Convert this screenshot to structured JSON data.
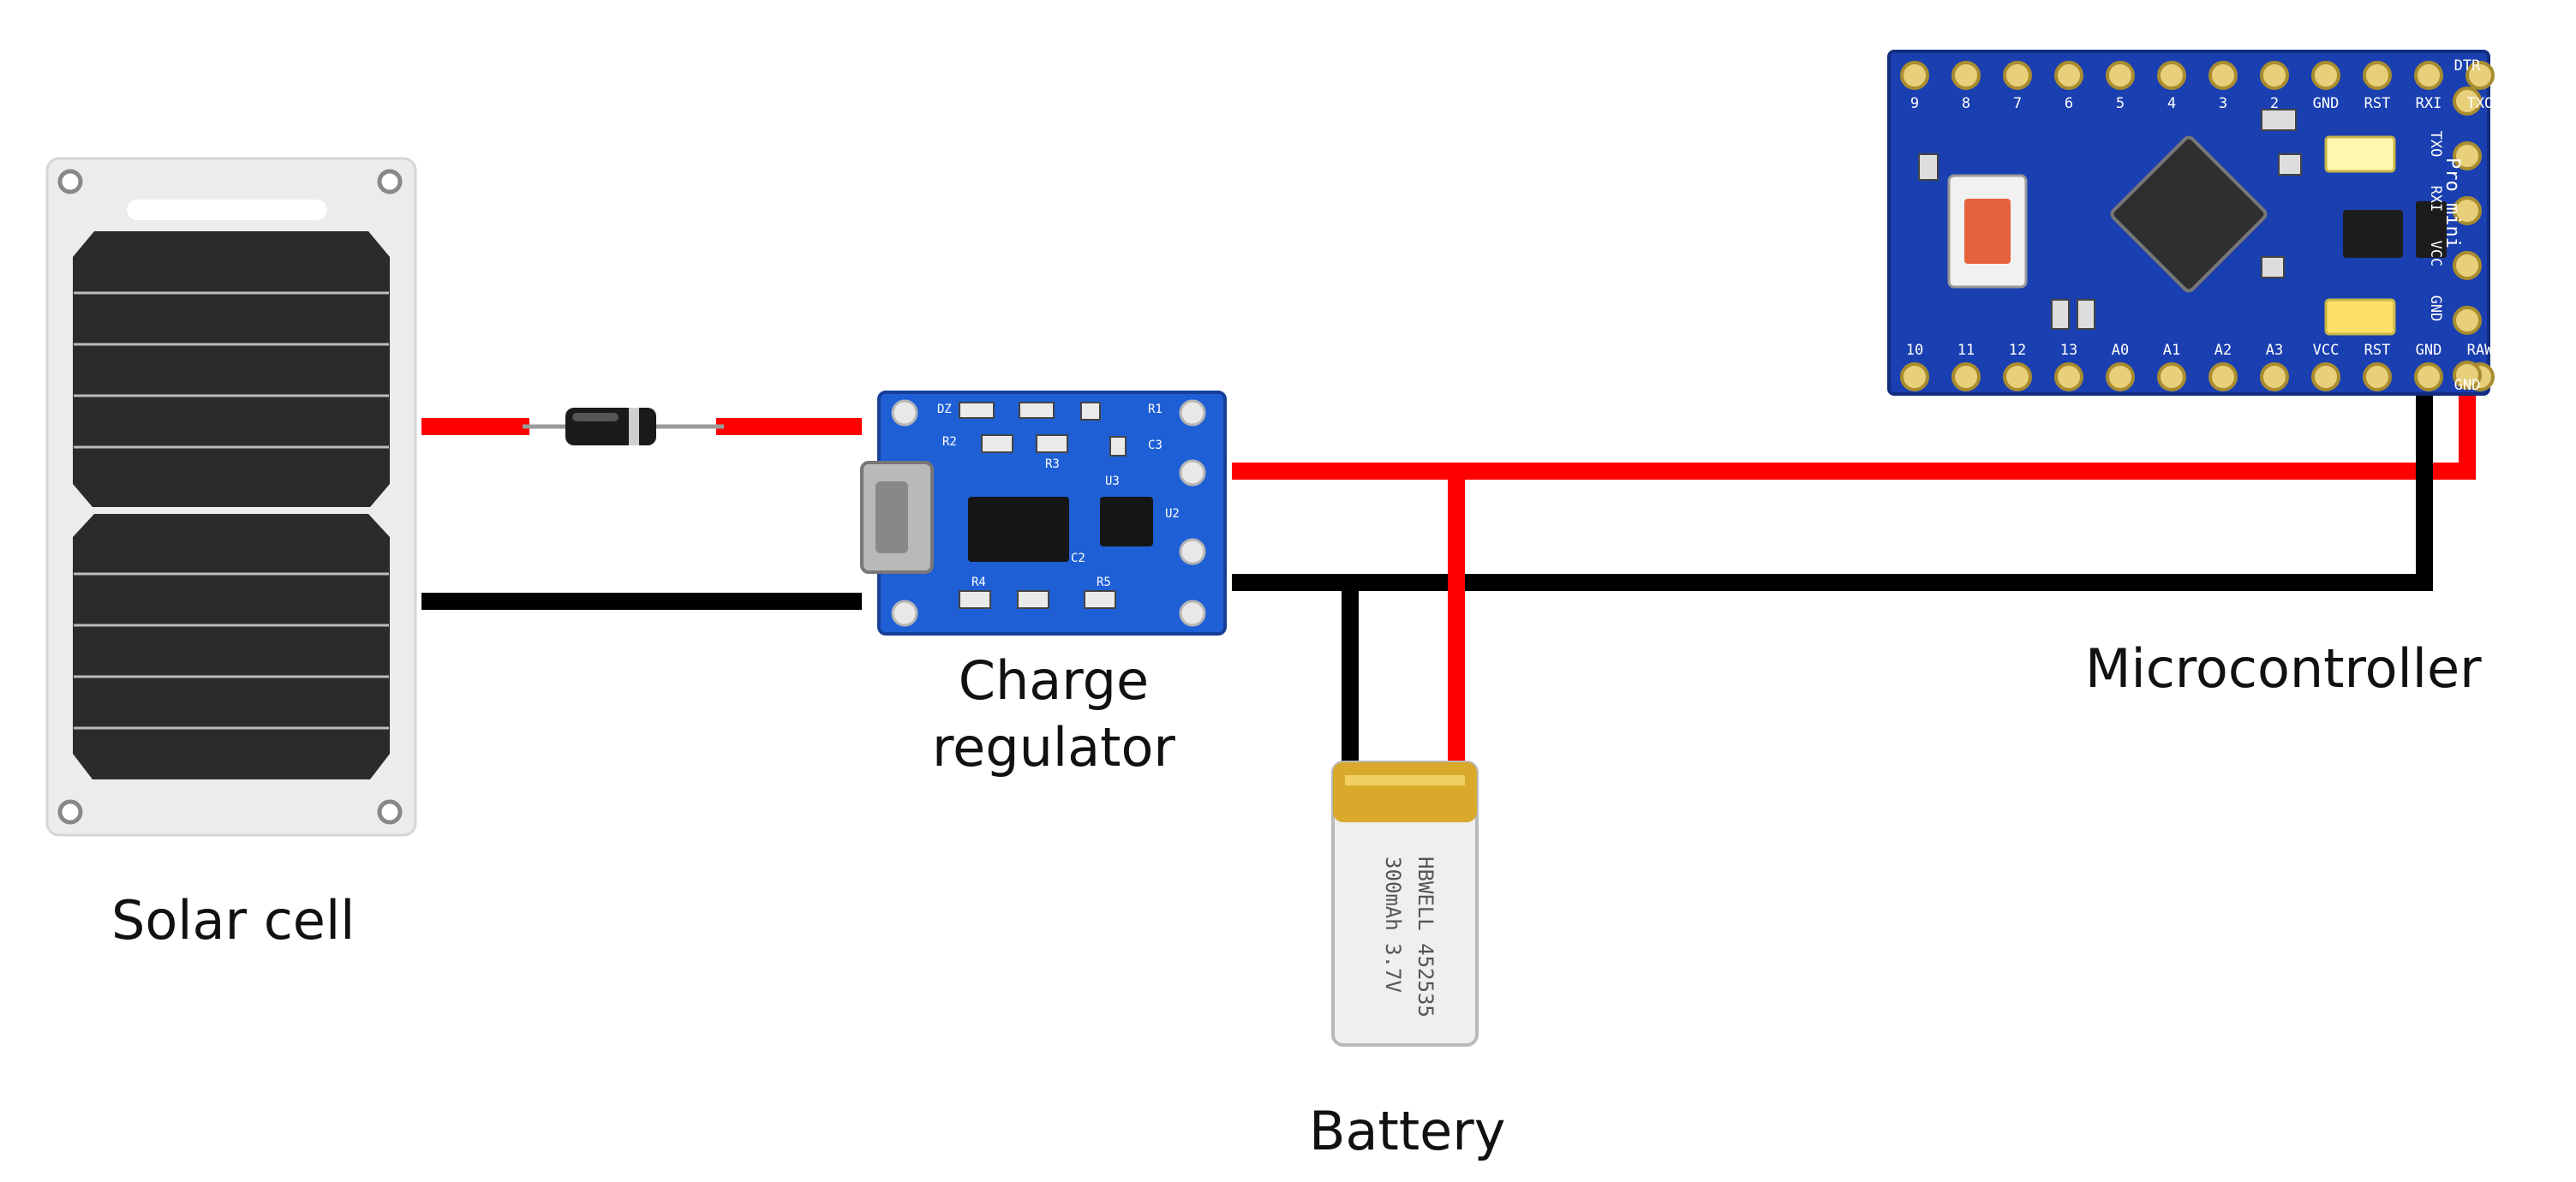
{
  "labels": {
    "solar_cell": "Solar cell",
    "charge_regulator_line1": "Charge",
    "charge_regulator_line2": "regulator",
    "battery": "Battery",
    "microcontroller": "Microcontroller"
  },
  "battery_markings": {
    "line1": "HBWELL 452535",
    "line2": "300mAh 3.7V"
  },
  "board_markings": {
    "regulator": [
      "DZ",
      "R1",
      "R2",
      "R3",
      "C3",
      "U3",
      "U2",
      "C2",
      "R4",
      "R5"
    ],
    "mcu_top_pins": [
      "9",
      "8",
      "7",
      "6",
      "5",
      "4",
      "3",
      "2",
      "GND",
      "RST",
      "RXI",
      "TXO"
    ],
    "mcu_bottom_pins": [
      "10",
      "11",
      "12",
      "13",
      "A0",
      "A1",
      "A2",
      "A3",
      "VCC",
      "RST",
      "GND",
      "RAW"
    ],
    "mcu_side_pins": [
      "DTR",
      "TXO",
      "RXI",
      "VCC",
      "GND",
      "GND"
    ],
    "mcu_model": "Pro mini"
  },
  "colors": {
    "positive_wire": "#ff0000",
    "negative_wire": "#000000",
    "regulator_pcb": "#1f5fd6",
    "mcu_pcb": "#1a3fb0",
    "solar_panel": "#2a2a2a"
  }
}
